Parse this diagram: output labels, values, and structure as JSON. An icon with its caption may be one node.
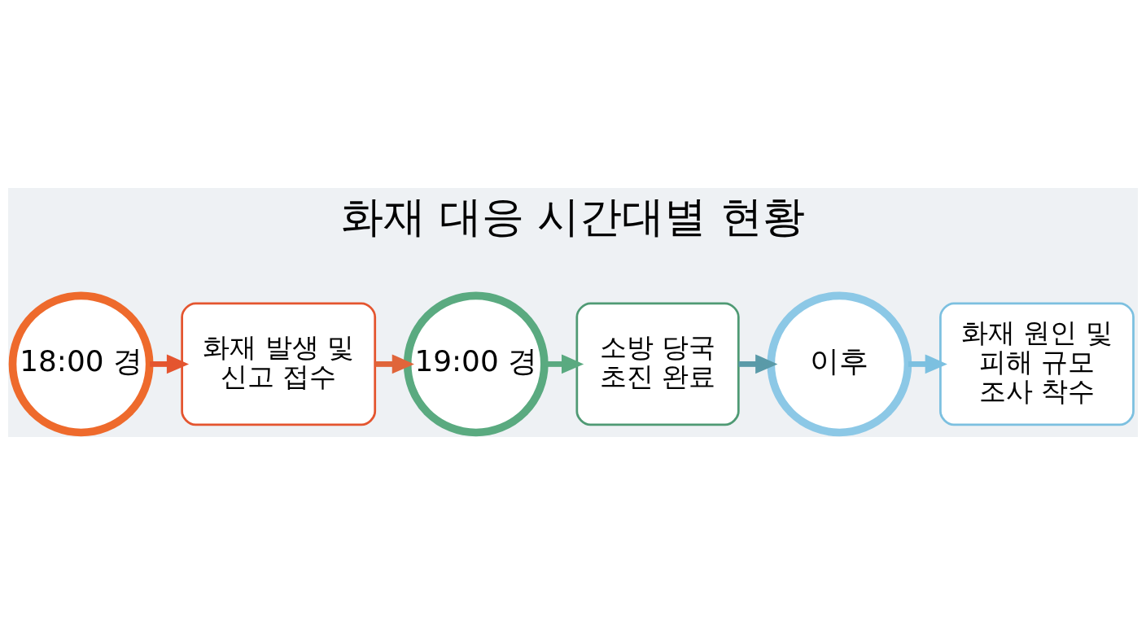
{
  "diagram": {
    "title": "화재 대응 시간대별 현황",
    "nodes": [
      {
        "text": [
          "18:00 경"
        ]
      },
      {
        "text": [
          "화재 발생 및 신고 접수"
        ]
      },
      {
        "text": [
          "19:00 경"
        ]
      },
      {
        "text": [
          "소방 당국 초진 완료"
        ]
      },
      {
        "text": [
          "이후"
        ]
      },
      {
        "text": [
          "화재 원인 및 피해 규모 조사 착수"
        ]
      }
    ],
    "edges": [
      {
        "from": 0,
        "to": 1,
        "arrow": "to",
        "color": "#e4552f"
      },
      {
        "from": 1,
        "to": 2,
        "arrow": "to",
        "color": "#e0653a"
      },
      {
        "from": 2,
        "to": 3,
        "arrow": "to",
        "color": "#5aaa80"
      },
      {
        "from": 3,
        "to": 4,
        "arrow": "to",
        "color": "#5a9aa8"
      },
      {
        "from": 4,
        "to": 5,
        "arrow": "to",
        "color": "#7cc0e0"
      }
    ]
  }
}
